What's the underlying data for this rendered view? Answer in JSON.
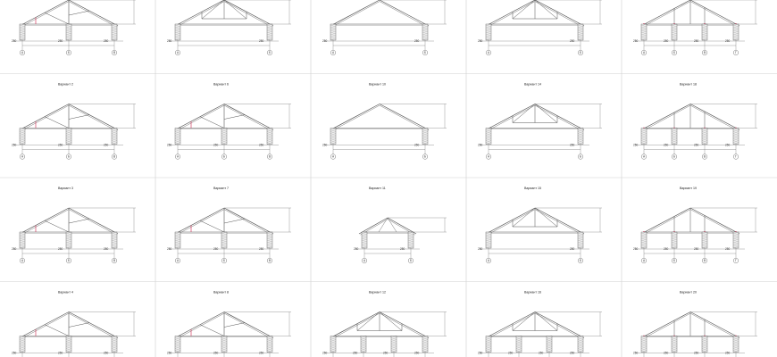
{
  "sheet": {
    "variants": [
      {
        "title": "Вариант 1"
      },
      {
        "title": "Вариант 5"
      },
      {
        "title": "Вариант 9"
      },
      {
        "title": "Вариант 13"
      },
      {
        "title": "Вариант 17"
      },
      {
        "title": "Вариант 2"
      },
      {
        "title": "Вариант 6"
      },
      {
        "title": "Вариант 10"
      },
      {
        "title": "Вариант 14"
      },
      {
        "title": "Вариант 18"
      },
      {
        "title": "Вариант 3"
      },
      {
        "title": "Вариант 7"
      },
      {
        "title": "Вариант 11"
      },
      {
        "title": "Вариант 15"
      },
      {
        "title": "Вариант 19"
      },
      {
        "title": "Вариант 4"
      },
      {
        "title": "Вариант 8"
      },
      {
        "title": "Вариант 12"
      },
      {
        "title": "Вариант 16"
      },
      {
        "title": "Вариант 20"
      }
    ],
    "axis_letters": [
      "А",
      "Б",
      "В",
      "Г"
    ],
    "colors": {
      "line": "#555555",
      "grid": "#cfcfcf",
      "highlight": "#d0204a"
    }
  }
}
